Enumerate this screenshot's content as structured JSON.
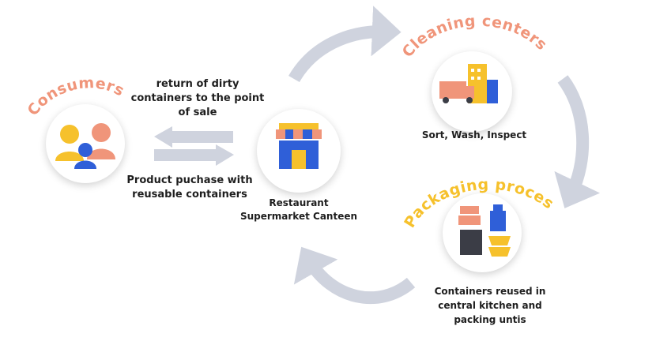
{
  "nodes": {
    "consumers": {
      "title": "Consumers"
    },
    "cleaning": {
      "title": "Cleaning centers",
      "caption": "Sort, Wash, Inspect"
    },
    "packaging": {
      "title": "Packaging process",
      "caption_lines": [
        "Containers reused in",
        "central kitchen and",
        "packing untis"
      ]
    },
    "store": {
      "caption_lines": [
        "Restaurant",
        "Supermarket Canteen"
      ]
    }
  },
  "flows": {
    "return_lines": [
      "return of dirty",
      "containers to the point",
      "of sale"
    ],
    "purchase_lines": [
      "Product puchase with",
      "reusable containers"
    ]
  },
  "colors": {
    "title_orange": "#f0957a",
    "title_yellow": "#f6c12c",
    "arrow_gray": "#cfd3de",
    "icon_blue": "#2f5fd8",
    "icon_orange": "#f0957a",
    "icon_yellow": "#f6c12c",
    "icon_dark": "#3b3d46"
  }
}
